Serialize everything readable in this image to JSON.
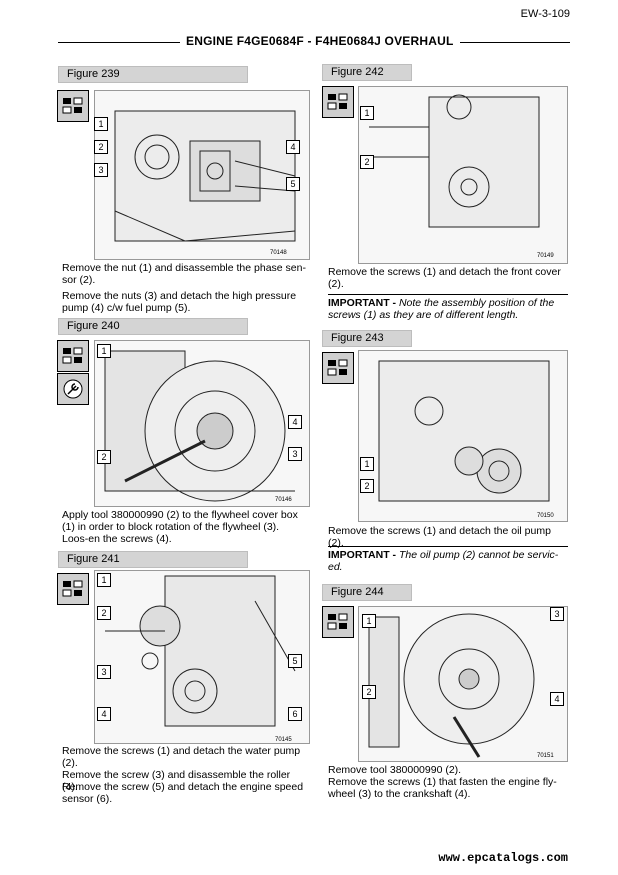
{
  "header": {
    "page_number": "EW-3-109",
    "title": "ENGINE F4GE0684F - F4HE0684J OVERHAUL"
  },
  "figures": [
    {
      "id": "fig239",
      "label": "Figure 239",
      "code": "70148",
      "callouts": [
        "1",
        "2",
        "3",
        "4",
        "5"
      ],
      "text": [
        "Remove the nut (1) and disassemble the phase sen-sor (2).",
        "Remove the nuts (3) and detach the high pressure pump (4) c/w fuel pump (5)."
      ]
    },
    {
      "id": "fig240",
      "label": "Figure 240",
      "code": "70146",
      "callouts": [
        "1",
        "2",
        "3",
        "4"
      ],
      "text": [
        "Apply tool 380000990 (2) to the flywheel cover box (1) in order to block rotation of the flywheel (3). Loos-en the screws (4)."
      ]
    },
    {
      "id": "fig241",
      "label": "Figure 241",
      "code": "70145",
      "callouts": [
        "1",
        "2",
        "3",
        "4",
        "5",
        "6"
      ],
      "text": [
        "Remove the screws (1) and detach the water pump (2).",
        "Remove the screw (3) and disassemble the roller (4).",
        "Remove the screw (5) and detach the engine speed sensor (6)."
      ]
    },
    {
      "id": "fig242",
      "label": "Figure 242",
      "code": "70149",
      "callouts": [
        "1",
        "2"
      ],
      "text": [
        "Remove the screws (1) and detach the front cover (2)."
      ],
      "important_label": "IMPORTANT -",
      "important": "Note the assembly position of the screws (1) as they are of different length."
    },
    {
      "id": "fig243",
      "label": "Figure 243",
      "code": "70150",
      "callouts": [
        "1",
        "2"
      ],
      "text": [
        "Remove the screws (1) and detach the oil pump (2)."
      ],
      "important_label": "IMPORTANT -",
      "important": "The oil pump (2) cannot be servic-ed."
    },
    {
      "id": "fig244",
      "label": "Figure 244",
      "code": "70151",
      "callouts": [
        "1",
        "2",
        "3",
        "4"
      ],
      "text": [
        "Remove tool 380000990 (2).",
        "Remove the screws (1) that fasten the engine fly-wheel (3) to the crankshaft (4)."
      ]
    }
  ],
  "footer": {
    "watermark": "www.epcatalogs.com"
  },
  "colors": {
    "figure_header_bg": "#d4d4d4",
    "icon_bg": "#cfcfcf"
  }
}
